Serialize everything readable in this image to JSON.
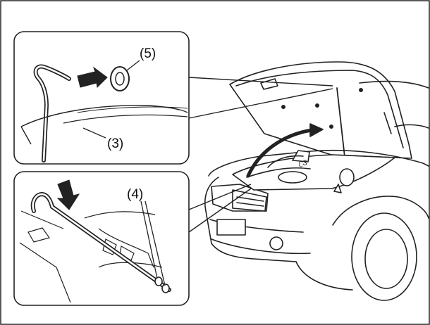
{
  "callouts": {
    "part_5": "(5)",
    "part_3": "(3)",
    "part_4": "(4)"
  },
  "colors": {
    "line": "#1a1a1a",
    "background": "#ffffff",
    "shade": "#d9d9d9"
  }
}
